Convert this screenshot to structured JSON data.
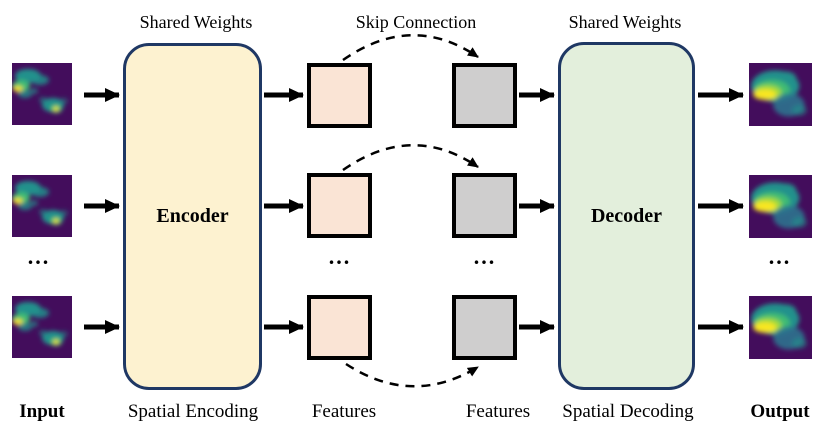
{
  "labels": {
    "shared_weights_left": "Shared Weights",
    "skip_connection": "Skip Connection",
    "shared_weights_right": "Shared Weights",
    "encoder": "Encoder",
    "decoder": "Decoder",
    "input": "Input",
    "spatial_encoding": "Spatial Encoding",
    "features_left": "Features",
    "features_right": "Features",
    "spatial_decoding": "Spatial Decoding",
    "output": "Output",
    "ellipsis": "..."
  },
  "colors": {
    "background": "#FFFFFF",
    "text": "#000000",
    "arrow": "#000000",
    "panel_border": "#1F3864",
    "encoder_fill": "#FDF2D0",
    "decoder_fill": "#E3EFDC",
    "feature_pink": "#FAE4D5",
    "feature_gray": "#CFCECE",
    "feature_border": "#000000",
    "image_bg": "#430D5C",
    "image_teal": "#21918C",
    "image_green": "#3FBC73",
    "image_lightgreen": "#9FDA3A",
    "image_yellow": "#F8E621",
    "image_darkteal": "#2C728E"
  }
}
